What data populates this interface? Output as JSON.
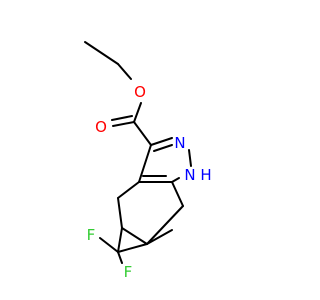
{
  "molecule": {
    "colors": {
      "bond": "#000000",
      "oxygen": "#ff0000",
      "nitrogen": "#0000ff",
      "fluorine": "#33cc33",
      "background": "#ffffff"
    },
    "atoms": {
      "o_ester": "O",
      "o_carbonyl": "O",
      "n_pyrazole": "N",
      "nh_pyrazole": "N",
      "nh_hydrogen": "H",
      "f_upper": "F",
      "f_lower": "F"
    }
  }
}
